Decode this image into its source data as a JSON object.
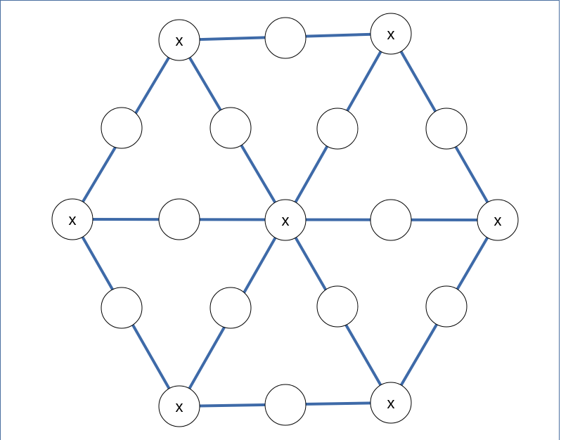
{
  "diagram": {
    "edge_color": "#3e6aa8",
    "node_fill": "#ffffff",
    "node_stroke": "#000000",
    "label_text": "x",
    "labeled_nodes": [
      "top-left",
      "top-right",
      "left",
      "center",
      "right",
      "bottom-left",
      "bottom-right"
    ],
    "blank_nodes": 12
  }
}
